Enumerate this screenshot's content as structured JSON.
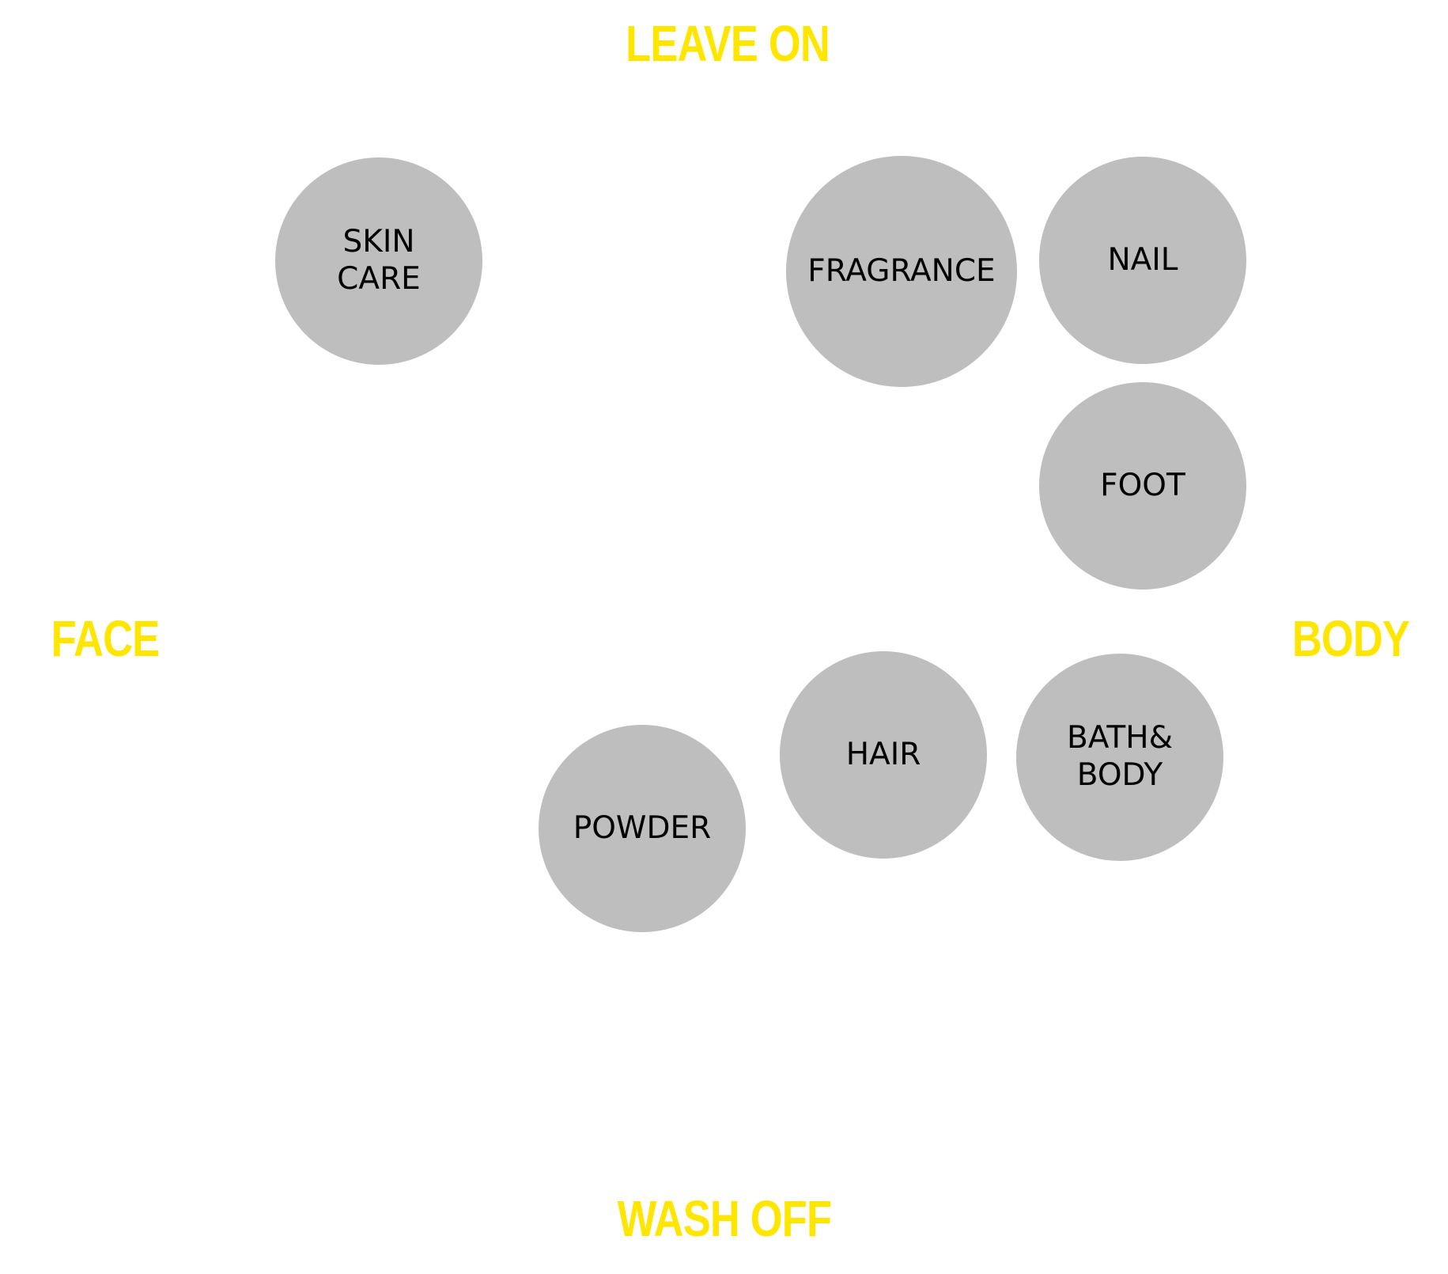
{
  "colors": {
    "background": "#ffffff",
    "axis_label": "#ffe600",
    "bubble_fill": "#bebebe",
    "bubble_text": "#000000"
  },
  "axes": {
    "top": "LEAVE ON",
    "bottom": "WASH OFF",
    "left": "FACE",
    "right": "BODY"
  },
  "categories": [
    {
      "id": "skin-care",
      "label": "SKIN\nCARE"
    },
    {
      "id": "fragrance",
      "label": "FRAGRANCE"
    },
    {
      "id": "nail",
      "label": "NAIL"
    },
    {
      "id": "foot",
      "label": "FOOT"
    },
    {
      "id": "hair",
      "label": "HAIR"
    },
    {
      "id": "bath-body",
      "label": "BATH&\nBODY"
    },
    {
      "id": "powder",
      "label": "POWDER"
    }
  ]
}
